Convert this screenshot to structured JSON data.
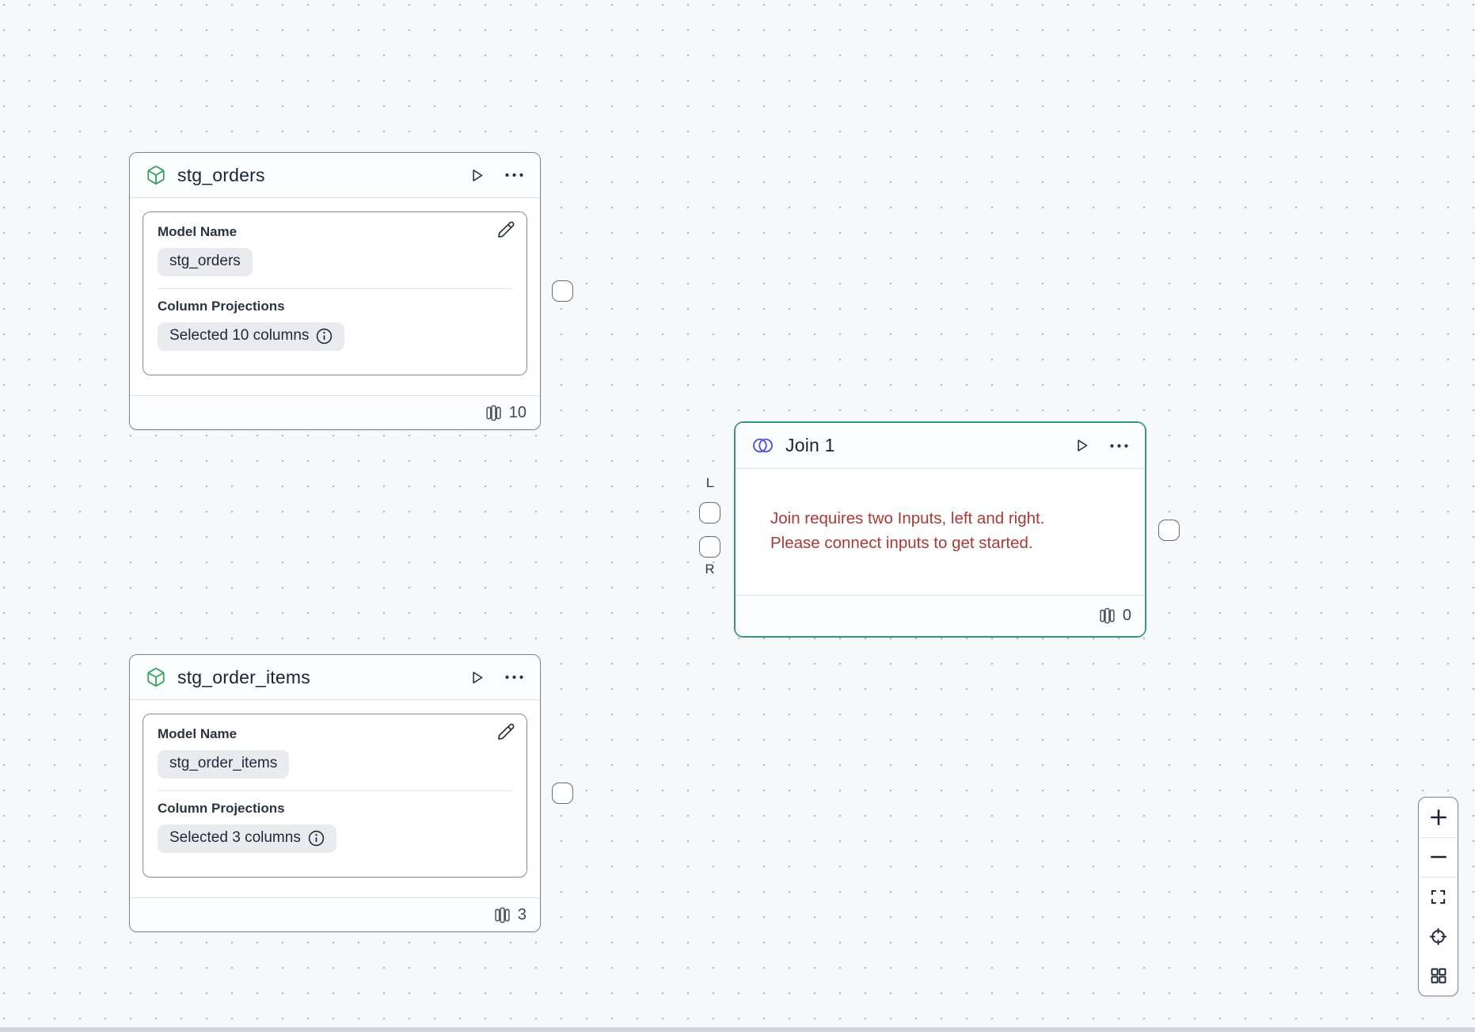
{
  "canvas": {
    "bg": "#f8f9fb",
    "dot_color": "#b7bbc3"
  },
  "nodes": {
    "stg_orders": {
      "title": "stg_orders",
      "model_name_label": "Model Name",
      "model_name_value": "stg_orders",
      "column_projections_label": "Column Projections",
      "column_projections_value": "Selected 10 columns",
      "column_count": "10"
    },
    "stg_order_items": {
      "title": "stg_order_items",
      "model_name_label": "Model Name",
      "model_name_value": "stg_order_items",
      "column_projections_label": "Column Projections",
      "column_projections_value": "Selected 3 columns",
      "column_count": "3"
    },
    "join": {
      "title": "Join 1",
      "error_line1": "Join requires two Inputs, left and right.",
      "error_line2": "Please connect inputs to get started.",
      "column_count": "0",
      "left_port_label": "L",
      "right_port_label": "R"
    }
  },
  "icons": {
    "model_node": "cube-icon",
    "join_node": "venn-icon",
    "run": "play-icon",
    "menu": "ellipsis-icon",
    "edit": "pencil-icon",
    "info": "info-icon",
    "column_count": "columns-icon",
    "toolbar": [
      "zoom-in-icon",
      "zoom-out-icon",
      "fit-view-icon",
      "locate-icon",
      "grid-icon"
    ]
  },
  "colors": {
    "model_icon_green": "#3ca15f",
    "join_icon_indigo": "#4d50dd",
    "selected_border_teal": "#38928a",
    "error_red": "#a93a36",
    "node_border_gray": "#7b828f",
    "chip_bg": "#e9ebee",
    "canvas_bg": "#f8f9fb",
    "scrollbar_track": "#d3d5dc"
  }
}
